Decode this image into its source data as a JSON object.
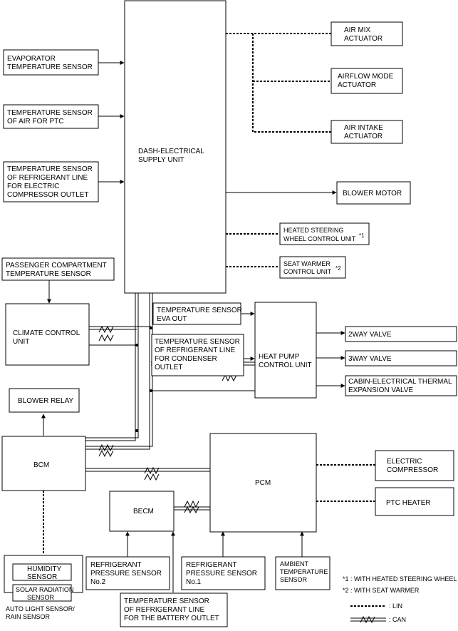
{
  "blocks": {
    "evaporator": [
      "EVAPORATOR",
      "TEMPERATURE SENSOR"
    ],
    "ptc_air_sensor": [
      "TEMPERATURE SENSOR",
      "OF AIR FOR PTC"
    ],
    "refrig_comp_outlet": [
      "TEMPERATURE SENSOR",
      "OF REFRIGERANT LINE",
      "FOR ELECTRIC",
      "COMPRESSOR OUTLET"
    ],
    "dash_unit": [
      "DASH-ELECTRICAL",
      "SUPPLY UNIT"
    ],
    "air_mix": [
      "AIR MIX",
      "ACTUATOR"
    ],
    "airflow_mode": [
      "AIRFLOW MODE",
      "ACTUATOR"
    ],
    "air_intake": [
      "AIR INTAKE",
      "ACTUATOR"
    ],
    "blower_motor": [
      "BLOWER MOTOR"
    ],
    "heated_steering": [
      "HEATED STEERING",
      "WHEEL CONTROL UNIT"
    ],
    "heated_steering_mark": "*1",
    "seat_warmer": [
      "SEAT WARMER",
      "CONTROL UNIT"
    ],
    "seat_warmer_mark": "*2",
    "passenger_sensor": [
      "PASSENGER COMPARTMENT",
      "TEMPERATURE SENSOR"
    ],
    "climate_unit": [
      "CLIMATE CONTROL",
      "UNIT"
    ],
    "eva_out": [
      "TEMPERATURE SENSOR",
      "EVA OUT"
    ],
    "refrig_condenser": [
      "TEMPERATURE SENSOR",
      "OF REFRIGERANT LINE",
      "FOR CONDENSER",
      "OUTLET"
    ],
    "heat_pump": [
      "HEAT PUMP",
      "CONTROL UNIT"
    ],
    "valve_2way": [
      "2WAY VALVE"
    ],
    "valve_3way": [
      "3WAY VALVE"
    ],
    "cabin_valve": [
      "CABIN-ELECTRICAL THERMAL",
      "EXPANSION VALVE"
    ],
    "blower_relay": [
      "BLOWER RELAY"
    ],
    "bcm": [
      "BCM"
    ],
    "pcm": [
      "PCM"
    ],
    "becm": [
      "BECM"
    ],
    "electric_compressor": [
      "ELECTRIC",
      "COMPRESSOR"
    ],
    "ptc_heater": [
      "PTC HEATER"
    ],
    "humidity": [
      "HUMIDITY",
      "SENSOR"
    ],
    "solar": [
      "SOLAR RADIATION",
      "SENSOR"
    ],
    "auto_light": [
      "AUTO LIGHT SENSOR/",
      "RAIN SENSOR"
    ],
    "refrig_p2": [
      "REFRIGERANT",
      "PRESSURE SENSOR",
      "No.2"
    ],
    "refrig_p1": [
      "REFRIGERANT",
      "PRESSURE SENSOR",
      "No.1"
    ],
    "ambient": [
      "AMBIENT",
      "TEMPERATURE",
      "SENSOR"
    ],
    "refrig_battery": [
      "TEMPERATURE SENSOR",
      "OF REFRIGERANT LINE",
      "FOR THE BATTERY OUTLET"
    ]
  },
  "notes": {
    "note1": "*1 : WITH HEATED STEERING WHEEL",
    "note2": "*2 : WITH SEAT WARMER"
  },
  "legend": {
    "lin": ": LIN",
    "can": ": CAN"
  }
}
